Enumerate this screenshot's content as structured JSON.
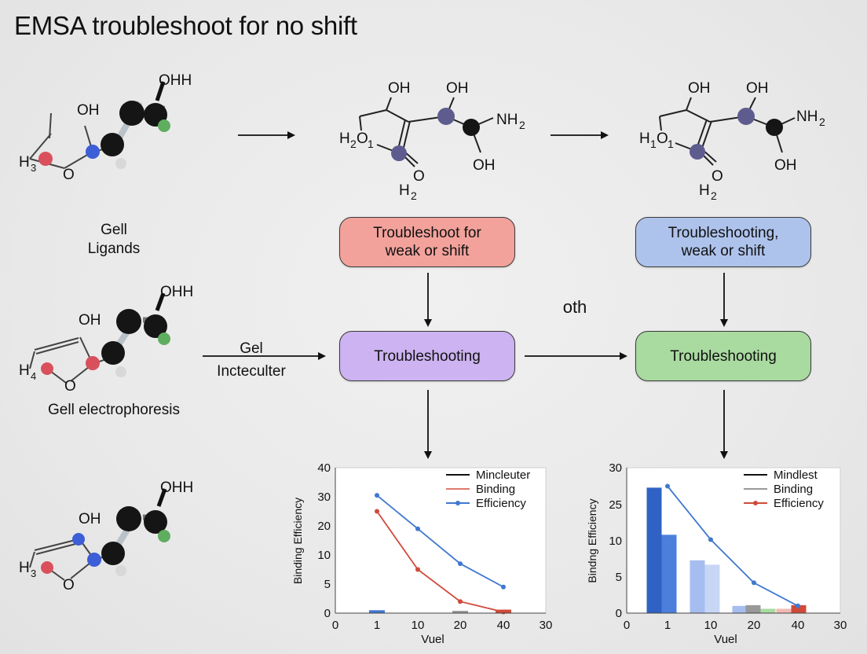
{
  "title": "EMSA troubleshoot for no shift",
  "labels": {
    "gel_ligands_1": "Gell",
    "gel_ligands_2": "Ligands",
    "gel_electrophoresis": "Gell electrophoresis",
    "gel_arrow_1": "Gel",
    "gel_arrow_2": "Incteculter",
    "mid_text": "oth"
  },
  "boxes": {
    "troubleshoot_weak_1": "Troubleshoot for",
    "troubleshoot_weak_2": "weak or shift",
    "troubleshooting_weak_1": "Troubleshooting,",
    "troubleshooting_weak_2": "weak or shift",
    "troubleshooting_purple": "Troubleshooting",
    "troubleshooting_green": "Troubleshooting"
  },
  "colors": {
    "box_red": "#f2a29b",
    "box_blue": "#aec3ec",
    "box_purple": "#cdb3f1",
    "box_green": "#a9dba0",
    "atom_black": "#151515",
    "atom_blue": "#3c5ed6",
    "atom_red": "#d9505c",
    "atom_green": "#5fad5f",
    "atom_purple": "#5e5c8f"
  },
  "molecules": {
    "left_1": {
      "oh_top": "OHH",
      "oh": "OH",
      "h_left": "H",
      "h_sub": "3",
      "o_ring": "O"
    },
    "left_2": {
      "oh_top": "OHH",
      "oh": "OH",
      "h_left": "H",
      "h_sub": "4",
      "o_ring": "O"
    },
    "left_3": {
      "oh_top": "OHH",
      "oh": "OH",
      "h_left": "H",
      "h_sub": "3",
      "o_ring": "O"
    },
    "center": {
      "oh1": "OH",
      "oh2": "OH",
      "nh": "NH",
      "nh_sub": "2",
      "oh3": "OH",
      "h2o": "H",
      "h2o_sub": "2",
      "o1": "O",
      "o1_sub": "1",
      "o_dbl": "O",
      "h_bottom": "H",
      "h_bottom_sub": "2"
    },
    "right": {
      "oh1": "OH",
      "oh2": "OH",
      "nh": "NH",
      "nh_sub": "2",
      "oh3": "OH",
      "h2o": "H",
      "h2o_sub": "1",
      "o1": "O",
      "o1_sub": "1",
      "o_dbl": "O",
      "h_bottom": "H",
      "h_bottom_sub": "2"
    }
  },
  "chart_data": [
    {
      "type": "line",
      "title": "",
      "xlabel": "Vuel",
      "ylabel": "Binding Efficiency",
      "x_ticks": [
        "0",
        "1",
        "10",
        "20",
        "40",
        "30"
      ],
      "y_ticks": [
        "0",
        "5",
        "10",
        "20",
        "30",
        "40"
      ],
      "legend_position": "top-right",
      "legend": [
        "Mincleuter",
        "Binding",
        "Efficiency"
      ],
      "series": [
        {
          "name": "Efficiency",
          "color": "#3f78d0",
          "x": [
            "1",
            "10",
            "20",
            "40"
          ],
          "values": [
            30.5,
            19,
            8.5,
            4.5
          ]
        },
        {
          "name": "Binding",
          "color": "#d04a3a",
          "x": [
            "1",
            "10",
            "20",
            "40"
          ],
          "values": [
            25,
            7.5,
            2,
            0.2
          ]
        }
      ],
      "bars": [
        {
          "x": "1",
          "value": 0.5,
          "color": "#3f78d0"
        },
        {
          "x": "20",
          "value": 0.4,
          "color": "#999999"
        },
        {
          "x": "40",
          "value": 0.6,
          "color": "#d04a3a"
        }
      ]
    },
    {
      "type": "bar",
      "title": "",
      "xlabel": "Vuel",
      "ylabel": "Bindng Efficiency",
      "x_ticks": [
        "0",
        "1",
        "10",
        "20",
        "40",
        "30"
      ],
      "y_ticks": [
        "0",
        "5",
        "10",
        "25",
        "30"
      ],
      "legend_position": "top-right",
      "legend": [
        "Mindlest",
        "Binding",
        "Efficiency"
      ],
      "series": [
        {
          "name": "Efficiency",
          "color": "#3f78d0",
          "x": [
            "1",
            "10",
            "20",
            "40"
          ],
          "values": [
            27.5,
            10.5,
            4.2,
            1
          ]
        }
      ],
      "bars": [
        {
          "x": "1",
          "value": 27.3,
          "color": "#2f62c4"
        },
        {
          "x": "1",
          "value": 12.5,
          "color": "#4a7fdc"
        },
        {
          "x": "10",
          "value": 7.3,
          "color": "#a6bdf0"
        },
        {
          "x": "10",
          "value": 6.7,
          "color": "#c8d6f6"
        },
        {
          "x": "20",
          "value": 1,
          "color": "#a6bdf0"
        },
        {
          "x": "20",
          "value": 1.1,
          "color": "#999999"
        },
        {
          "x": "20",
          "value": 0.6,
          "color": "#a9dba0"
        },
        {
          "x": "40",
          "value": 0.6,
          "color": "#f2b9b3"
        },
        {
          "x": "40",
          "value": 1.1,
          "color": "#d04a3a"
        }
      ]
    }
  ]
}
